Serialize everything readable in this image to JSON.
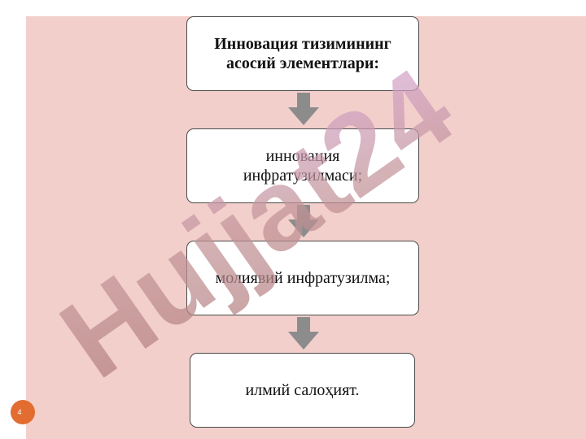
{
  "slide": {
    "background_color": "#f2cfcb",
    "page_number": "4"
  },
  "flow": {
    "steps": [
      {
        "text": "Инновация тизимининг\nасосий элементлари:"
      },
      {
        "text": "инновация\nинфратузилмаси;"
      },
      {
        "text": "молиявий инфратузилма;"
      },
      {
        "text": "илмий салоҳият."
      }
    ],
    "arrow_color": "#8c8c8c"
  },
  "watermark": {
    "text": "Hujjat24",
    "color_left": "#b07b7b",
    "color_right": "#d7a8d8"
  }
}
